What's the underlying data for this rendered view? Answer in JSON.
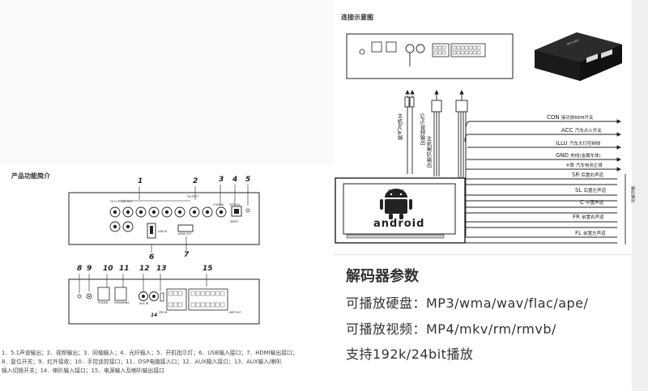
{
  "connection_title": "连接示意图",
  "features_title": "产品功能简介",
  "numbers": [
    "1",
    "2",
    "3",
    "4",
    "5",
    "6",
    "7",
    "8",
    "9",
    "10",
    "11",
    "12",
    "13",
    "14",
    "15"
  ],
  "vertical_labels": {
    "rca": "主机RCA端",
    "gps": "GPS音频输出",
    "speaker": "主机喇叭输出"
  },
  "android_logo_text": "android",
  "wires": [
    {
      "code": "CON",
      "desc": "接功放REM开关"
    },
    {
      "code": "ACC",
      "desc": "汽车点火开关"
    },
    {
      "code": "ILLU",
      "desc": "汽车大灯控制线"
    },
    {
      "code": "GND",
      "desc": "地线(金属车体)"
    },
    {
      "code": "+B",
      "desc": "汽车电池正极"
    },
    {
      "code": "SR",
      "desc": "后置右声道"
    },
    {
      "code": "SL",
      "desc": "后置左声道"
    },
    {
      "code": "C",
      "desc": "中置声道"
    },
    {
      "code": "FR",
      "desc": "前置右声道"
    },
    {
      "code": "FL",
      "desc": "前置左声道"
    }
  ],
  "speaker_side_label": "喇叭输出",
  "notes": [
    "1．5.1声道输出；2．视频输出；3．同轴输入；4．光纤输入；5．开机指示灯；6．USB输入接口；7．HDMI输出接口；",
    "8．复位开关；9．红外接收；10．手控遥控接口；11．DSP电脑接入口；12．AUX输入接口；13．AUX输入/喇叭",
    "输入切换开关；14．喇叭输入接口；15．电源输入及喇叭输出接口"
  ],
  "specs": {
    "title": "解码器参数",
    "line1": "可播放硬盘：MP3/wma/wav/flac/ape/",
    "line2": "可播放视频：MP4/mkv/rm/rmvb/",
    "line3": "支持192k/24bit播放"
  },
  "panel_labels": {
    "output": "OUTPUT",
    "coaxial": "COAXIAL",
    "optical": "OPTICAL",
    "input": "INPUT",
    "usb": "USB IN",
    "hdmi": "HDMI OUT",
    "pc_ctrl": "PC/DSD",
    "remote": "EXPANDING",
    "aux_in": "AUX IN",
    "spk_in": "SPK IN",
    "amp_out": "AMP OUT"
  },
  "colors": {
    "line": "#222222",
    "panel": "#ffffff",
    "gray": "#cfcfcf"
  }
}
